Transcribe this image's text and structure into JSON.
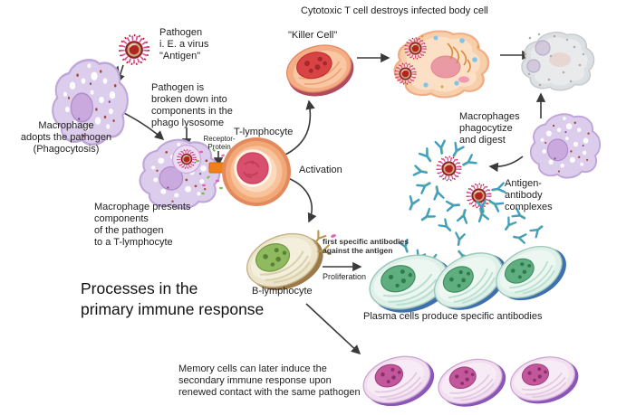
{
  "title": "Processes in the\nprimary immune response",
  "labels": {
    "cytotoxic_caption": "Cytotoxic T cell destroys infected body cell",
    "killer_cell": "\"Killer Cell\"",
    "pathogen": "Pathogen\ni. E. a virus\n\"Antigen\"",
    "macrophage_adopts": "Macrophage\nadopts the pathogen\n(Phagocytosis)",
    "pathogen_broken": "Pathogen is\nbroken down into\ncomponents in the\nphago lysosome",
    "receptor_protein": "Receptor-\nProtein",
    "t_lymphocyte": "T-lymphocyte",
    "activation": "Activation",
    "macrophage_presents": "Macrophage presents\ncomponents\nof the pathogen\nto a T-lymphocyte",
    "macrophages_digest": "Macrophages\nphagocytize\nand digest",
    "antigen_antibody": "Antigen-\nantibody\ncomplexes",
    "b_lymphocyte": "B-lymphocyte",
    "first_antibodies": "first specific antibodies\nagainst the antigen",
    "proliferation": "Proliferation",
    "plasma_caption": "Plasma cells produce specific antibodies",
    "memory_caption": "Memory cells can later induce the\nsecondary immune response upon\nrenewed contact with the same pathogen"
  },
  "icons": {
    "virus-icon": "spiked red virus particle",
    "macrophage-icon": "lavender amoeboid cell",
    "t-lymphocyte-icon": "orange round cell with pink nucleus",
    "killer-cell-icon": "red-orange oval cell",
    "infected-cell-icon": "peach body cell containing viruses",
    "destroyed-cell-icon": "gray disintegrating cell",
    "b-lymphocyte-icon": "cream oval cell with green nucleus",
    "plasma-cell-icon": "blue-rimmed cell with green nucleus",
    "memory-cell-icon": "purple-rimmed cell with magenta nucleus",
    "antibody-icon": "Y-shaped antibody"
  },
  "colors": {
    "background": "#ffffff",
    "arrow": "#3a3a3a",
    "macrophage_body": "#ddcdec",
    "macrophage_nucleus": "#c9a9de",
    "virus_core": "#b3231f",
    "virus_spikes": "#d94fa0",
    "t_lymphocyte": "#f3a877",
    "t_nucleus": "#d94f6e",
    "killer_cell": "#f5ad85",
    "killer_nucleus": "#d84343",
    "infected_cell": "#f8cfab",
    "destroyed_cell": "#dde0e3",
    "b_lymphocyte": "#ece5cb",
    "b_nucleus": "#8fba60",
    "plasma_body": "#dff0e9",
    "plasma_rim": "#3f6fae",
    "plasma_nucleus": "#5fae80",
    "memory_body": "#f2dff0",
    "memory_rim": "#8a57b8",
    "memory_nucleus": "#c2579c",
    "antibody": "#3f9fc0",
    "receptor_bar": "#f28018"
  }
}
